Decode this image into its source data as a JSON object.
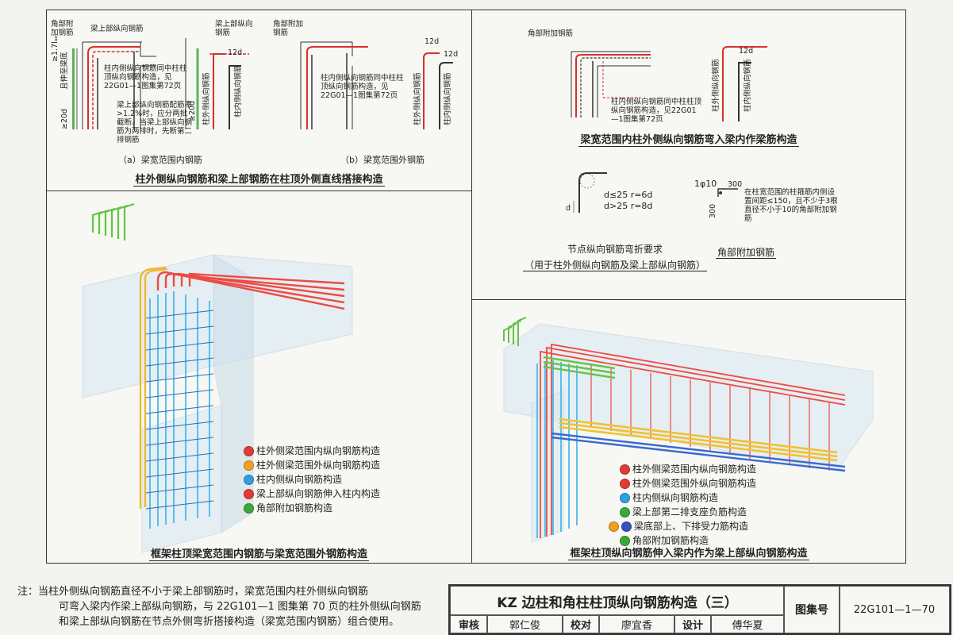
{
  "panel_top_left": {
    "caption": "柱外侧纵向钢筋和梁上部钢筋在柱顶外侧直线搭接构造",
    "sub_a": "（a）梁宽范围内钢筋",
    "sub_b": "（b）梁宽范围外钢筋",
    "labels": {
      "corner_rebar_a": "角部附加钢筋",
      "beam_top_rebar": "梁上部纵向钢筋",
      "dim_17": "≥1.7lₐₑ",
      "dim_17_note": "且伸至梁底",
      "dim_20d_a": "≥20d",
      "inner_note_a": "柱内侧纵向钢筋同中柱柱顶纵向钢筋构造，见22G01—1图集第72页",
      "ratio_note": "梁上部纵向钢筋配筋率>1.2%时，应分两批截断。当梁上部纵向钢筋为两排时，先断第二排钢筋",
      "beam_top_rebar_b": "梁上部纵向钢筋",
      "col_outer_b": "柱外侧纵向钢筋",
      "dim_12d_b": "12d",
      "col_inner_b": "柱内侧纵向钢筋",
      "dim_20d_b": "≥20d",
      "corner_rebar_b": "角部附加钢筋",
      "inner_note_b": "柱内侧纵向钢筋同中柱柱顶纵向钢筋构造，见22G01—1图集第72页",
      "col_outer_b2": "柱外侧纵向钢筋",
      "col_inner_b2": "柱内侧纵向钢筋",
      "dim_12d_c": "12d",
      "dim_12d_d": "12d"
    }
  },
  "panel_top_right": {
    "caption": "梁宽范围内柱外侧纵向钢筋弯入梁内作梁筋构造",
    "corner_label": "角部附加钢筋",
    "inner_note": "柱内侧纵向钢筋同中柱柱顶纵向钢筋构造，见22G01—1图集第72页",
    "col_outer": "柱外侧纵向钢筋",
    "col_inner": "柱内侧纵向钢筋",
    "dim_12d": "12d"
  },
  "panel_mid_right": {
    "bend_caption": "节点纵向钢筋弯折要求",
    "bend_sub": "（用于柱外侧纵向钢筋及梁上部纵向钢筋）",
    "bend_rule_1": "d≤25  r=6d",
    "bend_rule_2": "d>25  r=8d",
    "bend_d": "d",
    "corner_caption": "角部附加钢筋",
    "corner_bar": "1φ10",
    "corner_300a": "300",
    "corner_300b": "300",
    "corner_note": "在柱宽范围的柱箍筋内侧设置间距≤150，且不少于3根直径不小于10的角部附加钢筋"
  },
  "panel_bottom_left": {
    "caption": "框架柱顶梁宽范围内钢筋与梁宽范围外钢筋构造",
    "legend": [
      {
        "text": "柱外侧梁范围内纵向钢筋构造",
        "color": "#e23b35"
      },
      {
        "text": "柱外侧梁范围外纵向钢筋构造",
        "color": "#f0a020"
      },
      {
        "text": "柱内侧纵向钢筋构造",
        "color": "#2f9fe0"
      },
      {
        "text": "梁上部纵向钢筋伸入柱内构造",
        "color": "#e23b35"
      },
      {
        "text": "角部附加钢筋构造",
        "color": "#3aa93a"
      }
    ]
  },
  "panel_bottom_right": {
    "caption": "框架柱顶纵向钢筋伸入梁内作为梁上部纵向钢筋构造",
    "legend": [
      {
        "text": "柱外侧梁范围内纵向钢筋构造",
        "color": "#e23b35"
      },
      {
        "text": "柱外侧梁范围外纵向钢筋构造",
        "color": "#e23b35"
      },
      {
        "text": "柱内侧纵向钢筋构造",
        "color": "#2f9fe0"
      },
      {
        "text": "梁上部第二排支座负筋构造",
        "color": "#3aa93a"
      },
      {
        "text": "梁底部上、下排受力筋构造",
        "color": "#f0a020",
        "color2": "#3a4fc0"
      },
      {
        "text": "角部附加钢筋构造",
        "color": "#3aa93a"
      }
    ]
  },
  "note": {
    "line1": "注：当柱外侧纵向钢筋直径不小于梁上部钢筋时，梁宽范围内柱外侧纵向钢筋",
    "line2": "可弯入梁内作梁上部纵向钢筋，与 22G101—1 图集第 70 页的柱外侧纵向钢筋",
    "line3": "和梁上部纵向钢筋在节点外侧弯折搭接构造（梁宽范围内钢筋）组合使用。"
  },
  "title_block": {
    "title": "KZ 边柱和角柱柱顶纵向钢筋构造（三）",
    "atlas_label": "图集号",
    "atlas_no": "22G101—1—70",
    "review_label": "审核",
    "reviewer": "郭仁俊",
    "check_label": "校对",
    "checker": "廖宜香",
    "design_label": "设计",
    "designer": "傅华夏"
  }
}
